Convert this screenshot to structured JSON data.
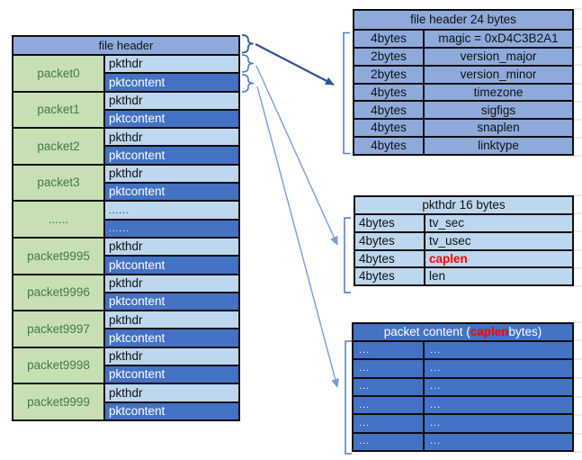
{
  "left_table": {
    "file_header_label": "file header",
    "groups": [
      {
        "label": "packet0",
        "hdr": "pkthdr",
        "content": "pktcontent"
      },
      {
        "label": "packet1",
        "hdr": "pkthdr",
        "content": "pktcontent"
      },
      {
        "label": "packet2",
        "hdr": "pkthdr",
        "content": "pktcontent"
      },
      {
        "label": "packet3",
        "hdr": "pkthdr",
        "content": "pktcontent"
      },
      {
        "label": "......",
        "hdr": "......",
        "content": "......",
        "dots": true
      },
      {
        "label": "packet9995",
        "hdr": "pkthdr",
        "content": "pktcontent"
      },
      {
        "label": "packet9996",
        "hdr": "pkthdr",
        "content": "pktcontent"
      },
      {
        "label": "packet9997",
        "hdr": "pkthdr",
        "content": "pktcontent"
      },
      {
        "label": "packet9998",
        "hdr": "pkthdr",
        "content": "pktcontent"
      },
      {
        "label": "packet9999",
        "hdr": "pkthdr",
        "content": "pktcontent"
      }
    ]
  },
  "file_header_table": {
    "title": "file header 24 bytes",
    "rows": [
      {
        "size": "4bytes",
        "field": "magic = 0xD4C3B2A1"
      },
      {
        "size": "2bytes",
        "field": "version_major"
      },
      {
        "size": "2bytes",
        "field": "version_minor"
      },
      {
        "size": "4bytes",
        "field": "timezone"
      },
      {
        "size": "4bytes",
        "field": "sigfigs"
      },
      {
        "size": "4bytes",
        "field": "snaplen"
      },
      {
        "size": "4bytes",
        "field": "linktype"
      }
    ]
  },
  "pkthdr_table": {
    "title": "pkthdr 16 bytes",
    "rows": [
      {
        "size": "4bytes",
        "field": "tv_sec",
        "highlight": false
      },
      {
        "size": "4bytes",
        "field": "tv_usec",
        "highlight": false
      },
      {
        "size": "4bytes",
        "field": "caplen",
        "highlight": true
      },
      {
        "size": "4bytes",
        "field": "len",
        "highlight": false
      }
    ]
  },
  "packet_content_table": {
    "title_prefix": "packet content (",
    "title_highlight": "caplen",
    "title_suffix": " bytes)",
    "rows": [
      {
        "c1": "...",
        "c2": "..."
      },
      {
        "c1": "...",
        "c2": "..."
      },
      {
        "c1": "...",
        "c2": "..."
      },
      {
        "c1": "...",
        "c2": "..."
      },
      {
        "c1": "...",
        "c2": "..."
      },
      {
        "c1": "...",
        "c2": "..."
      }
    ]
  },
  "colors": {
    "medium_blue": "#8EAADB",
    "light_blue": "#BDD7EE",
    "dark_blue": "#4472C4",
    "green_fill": "#C6E0B4",
    "green_text": "#467A46",
    "highlight_red": "#FF0000",
    "arrow_dark": "#2F5597",
    "arrow_light": "#7C9CD6",
    "border_black": "#0e0e0e"
  }
}
